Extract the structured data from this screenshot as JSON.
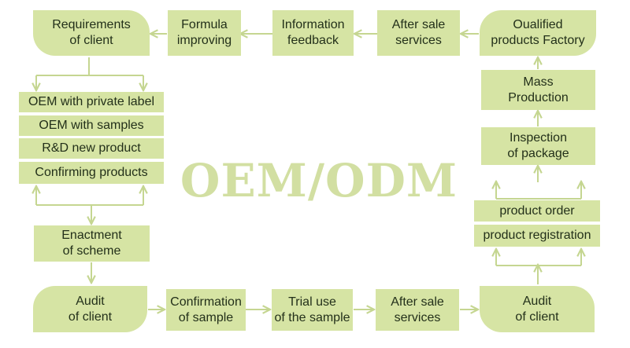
{
  "watermark": "OEM/ODM",
  "top_row": {
    "requirements": "Requirements\nof client",
    "formula": "Formula\nimproving",
    "information": "Information\nfeedback",
    "after_sale": "After sale\nservices",
    "qualified": "Oualified\nproducts Factory"
  },
  "left_options": [
    "OEM with private label",
    "OEM with samples",
    "R&D new product",
    "Confirming products"
  ],
  "enactment": "Enactment\nof scheme",
  "bottom_row": {
    "audit_left": "Audit\nof client",
    "confirmation": "Confirmation\nof sample",
    "trial": "Trial use\nof the sample",
    "after_sale": "After sale\nservices",
    "audit_right": "Audit\nof client"
  },
  "right_column": {
    "mass": "Mass\nProduction",
    "inspection": "Inspection\nof package",
    "order": "product order",
    "registration": "product registration"
  },
  "colors": {
    "box_fill": "#d6e4a4",
    "connector": "#c5d691",
    "watermark": "#d2dfa2"
  }
}
